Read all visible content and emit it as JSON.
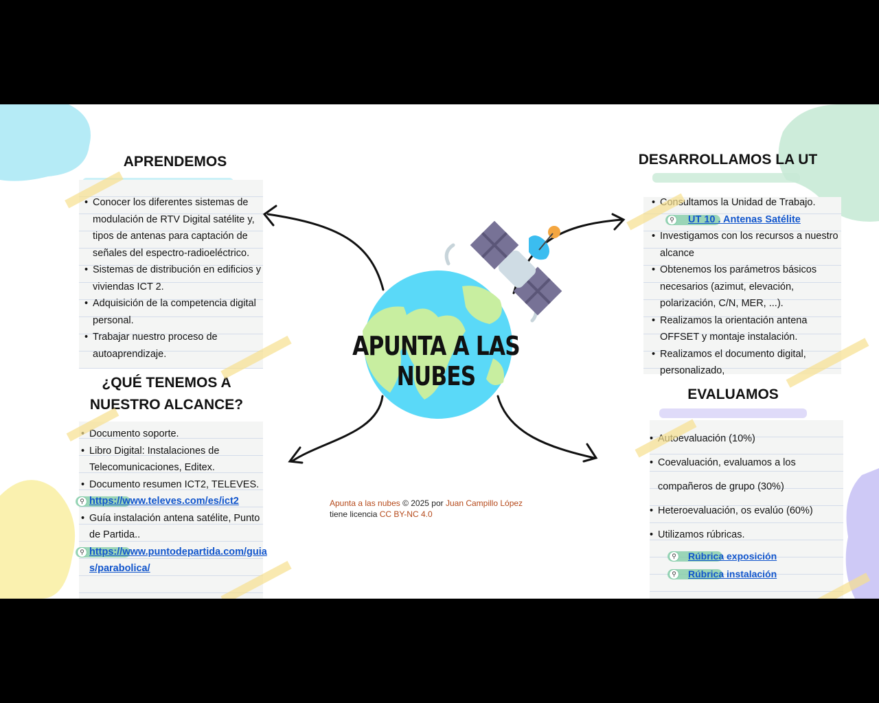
{
  "title": "APUNTA A LAS NUBES",
  "colors": {
    "letterbox": "#000000",
    "slide_bg": "#ffffff",
    "card_bg": "#f4f5f4",
    "link": "#1155cc",
    "credit_link": "#b5491a",
    "blob_cyan": "#a8e8f4",
    "blob_green": "#c8ead6",
    "blob_yellow": "#f9efa6",
    "blob_purple": "#c9c3f5",
    "earth_ocean": "#5ad9f8",
    "earth_land": "#c8eea0"
  },
  "sections": {
    "aprendemos": {
      "heading": "APRENDEMOS",
      "items": [
        "Conocer los diferentes sistemas de modulación de RTV Digital satélite y, tipos de antenas para captación de señales del espectro-radioeléctrico.",
        "Sistemas de distribución en edificios y viviendas ICT 2.",
        "Adquisición de la competencia digital personal.",
        "Trabajar nuestro proceso de autoaprendizaje."
      ]
    },
    "alcance": {
      "heading_line1": "¿QUÉ TENEMOS A",
      "heading_line2": "NUESTRO ALCANCE?",
      "items": [
        "Documento soporte.",
        "Libro Digital: Instalaciones de Telecomunicaciones, Editex.",
        "Documento resumen ICT2, TELEVES."
      ],
      "link1": "https://www.televes.com/es/ict2",
      "item4": "Guía instalación antena satélite, Punto de Partida..",
      "link2": "https://www.puntodepartida.com/guias/parabolica/"
    },
    "desarrollamos": {
      "heading": "DESARROLLAMOS LA UT",
      "item1": "Consultamos la Unidad de Trabajo.",
      "link": "UT 10 . Antenas Satélite",
      "items": [
        "Investigamos con los recursos a nuestro alcance",
        "Obtenemos los parámetros básicos necesarios (azimut, elevación, polarización, C/N, MER, ...).",
        "Realizamos la orientación antena OFFSET y montaje instalación.",
        "Realizamos el documento digital, personalizado,"
      ]
    },
    "evaluamos": {
      "heading": "EVALUAMOS",
      "items": [
        "Autoevaluación (10%)",
        "Coevaluación, evaluamos a los compañeros de grupo (30%)",
        "Heteroevaluación, os evalúo (60%)",
        "Utilizamos rúbricas."
      ],
      "link1": "Rúbrica exposición",
      "link2": "Rúbrica instalación"
    }
  },
  "credit": {
    "work": "Apunta a las nubes",
    "middle": " © 2025 por ",
    "author": "Juan Campillo López",
    "license_prefix": "tiene licencia ",
    "license": "CC BY-NC 4.0"
  },
  "icons": {
    "link": "link-icon",
    "earth": "earth-illustration",
    "satellite": "satellite-illustration"
  }
}
